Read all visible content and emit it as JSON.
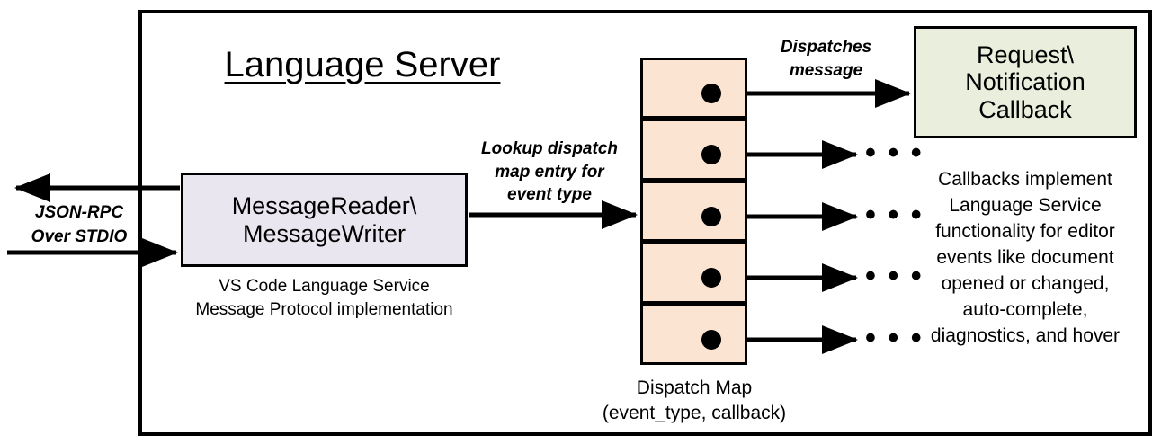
{
  "diagram": {
    "title": "Language Server",
    "frame_name": "language-server-boundary"
  },
  "external": {
    "transport_label": "JSON-RPC\nOver STDIO",
    "transport_line1": "JSON-RPC",
    "transport_line2": "Over STDIO",
    "outbound_arrow": "arrow-left",
    "inbound_arrow": "arrow-right"
  },
  "message_io": {
    "box_line1": "MessageReader\\",
    "box_line2": "MessageWriter",
    "caption_line1": "VS Code Language Service",
    "caption_line2": "Message Protocol implementation",
    "fill_color": "#e9e6f0",
    "stroke_color": "#000000"
  },
  "lookup": {
    "line1": "Lookup dispatch",
    "line2": "map entry for",
    "line3": "event type"
  },
  "dispatch_map": {
    "caption_line1": "Dispatch Map",
    "caption_line2": "(event_type, callback)",
    "fill_color": "#fce4d2",
    "stroke_color": "#000000",
    "cell_count": 5,
    "cells": [
      {
        "index": 1,
        "handle": "callback-pointer",
        "target": "request-notification-callback"
      },
      {
        "index": 2,
        "handle": "callback-pointer",
        "target": "ellipsis"
      },
      {
        "index": 3,
        "handle": "callback-pointer",
        "target": "ellipsis"
      },
      {
        "index": 4,
        "handle": "callback-pointer",
        "target": "ellipsis"
      },
      {
        "index": 5,
        "handle": "callback-pointer",
        "target": "ellipsis"
      }
    ],
    "ellipsis_glyph": "• • •"
  },
  "dispatch_message": {
    "line1": "Dispatches",
    "line2": "message"
  },
  "callback": {
    "box_line1": "Request\\",
    "box_line2": "Notification",
    "box_line3": "Callback",
    "fill_color": "#e9eedd",
    "stroke_color": "#000000",
    "caption_line1": "Callbacks implement",
    "caption_line2": "Language Service",
    "caption_line3": "functionality for editor",
    "caption_line4": "events like document",
    "caption_line5": "opened or changed,",
    "caption_line6": "auto-complete,",
    "caption_line7": "diagnostics, and hover"
  }
}
